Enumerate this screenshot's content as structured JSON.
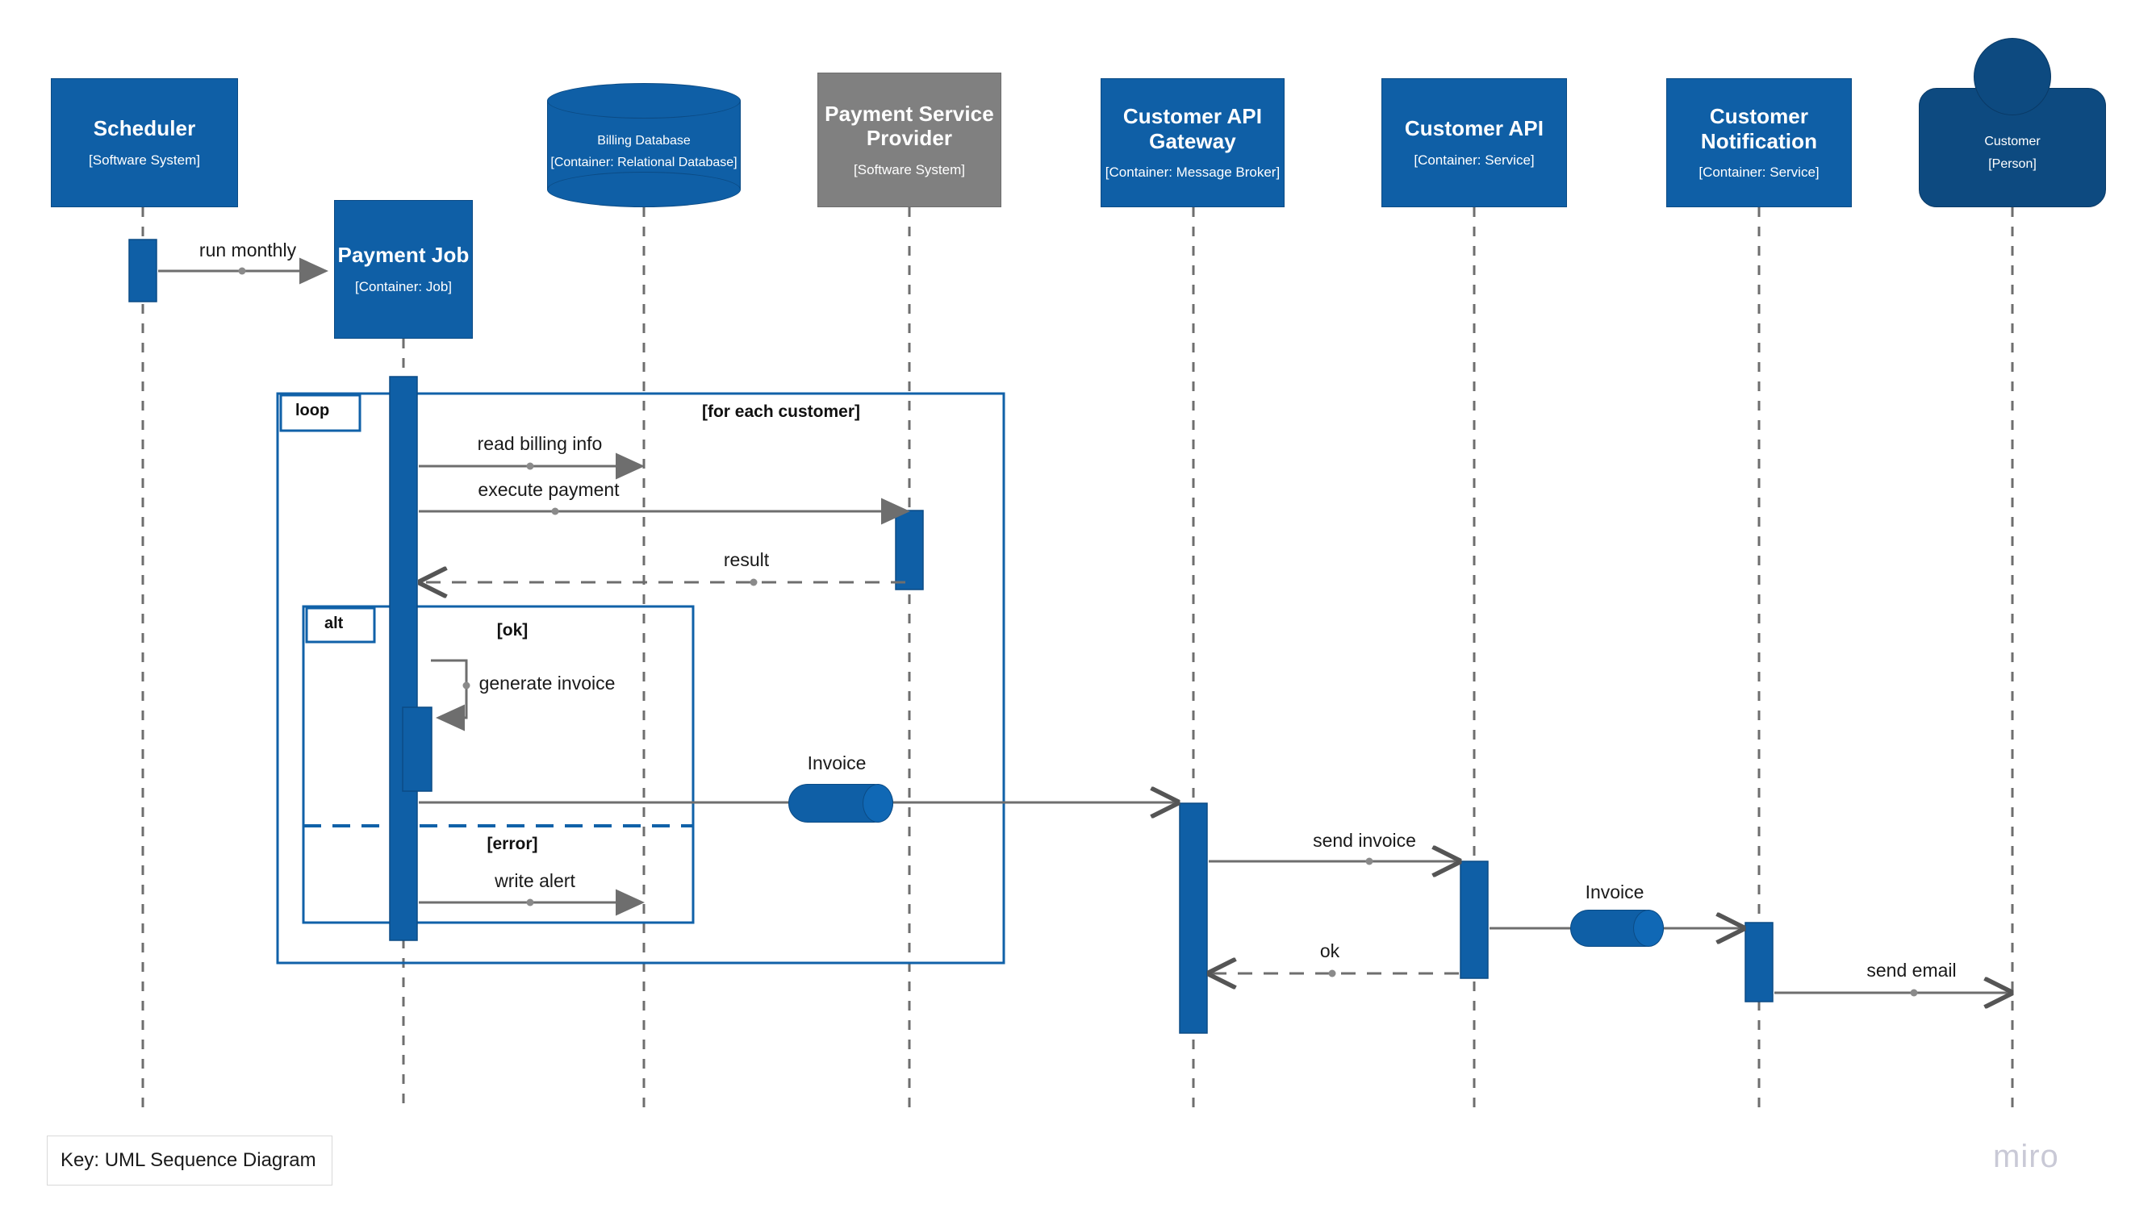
{
  "diagram": {
    "kind": "uml-sequence-diagram",
    "key_label": "Key: UML Sequence Diagram",
    "watermark": "miro",
    "colors": {
      "element_blue": "#0F5FA6",
      "person_navy": "#0D4A80",
      "external_gray": "#808080",
      "fragment_border": "#1061A8",
      "arrow_gray": "#6E6E6E",
      "lifeline_gray": "#6E6E6E"
    }
  },
  "participants": [
    {
      "id": "scheduler",
      "name": "Scheduler",
      "type": "[Software System]",
      "shape": "box",
      "style": "blue"
    },
    {
      "id": "payment_job",
      "name": "Payment Job",
      "type": "[Container: Job]",
      "shape": "box",
      "style": "blue"
    },
    {
      "id": "billing_db",
      "name": "Billing Database",
      "type": "[Container: Relational Database]",
      "shape": "cylinder",
      "style": "blue"
    },
    {
      "id": "psp",
      "name": "Payment Service Provider",
      "type": "[Software System]",
      "shape": "box",
      "style": "gray"
    },
    {
      "id": "api_gateway",
      "name": "Customer API Gateway",
      "type": "[Container: Message Broker]",
      "shape": "box",
      "style": "blue"
    },
    {
      "id": "customer_api",
      "name": "Customer API",
      "type": "[Container: Service]",
      "shape": "box",
      "style": "blue"
    },
    {
      "id": "cust_notif",
      "name": "Customer Notification",
      "type": "[Container: Service]",
      "shape": "box",
      "style": "blue"
    },
    {
      "id": "customer",
      "name": "Customer",
      "type": "[Person]",
      "shape": "person",
      "style": "navy"
    }
  ],
  "messages": [
    {
      "id": "m1",
      "label": "run monthly",
      "from": "scheduler",
      "to": "payment_job",
      "style": "solid",
      "arrow": "filled"
    },
    {
      "id": "m2",
      "label": "read billing info",
      "from": "payment_job",
      "to": "billing_db",
      "style": "solid",
      "arrow": "filled"
    },
    {
      "id": "m3",
      "label": "execute payment",
      "from": "payment_job",
      "to": "psp",
      "style": "solid",
      "arrow": "filled"
    },
    {
      "id": "m4",
      "label": "result",
      "from": "psp",
      "to": "payment_job",
      "style": "dashed",
      "arrow": "open"
    },
    {
      "id": "m5",
      "label": "generate invoice",
      "from": "payment_job",
      "to": "payment_job",
      "style": "solid",
      "arrow": "filled"
    },
    {
      "id": "m6",
      "label": "Invoice",
      "from": "payment_job",
      "to": "api_gateway",
      "style": "solid",
      "arrow": "open",
      "token": "Invoice"
    },
    {
      "id": "m7",
      "label": "write alert",
      "from": "payment_job",
      "to": "billing_db",
      "style": "solid",
      "arrow": "filled"
    },
    {
      "id": "m8",
      "label": "send invoice",
      "from": "api_gateway",
      "to": "customer_api",
      "style": "solid",
      "arrow": "open"
    },
    {
      "id": "m9",
      "label": "Invoice",
      "from": "customer_api",
      "to": "cust_notif",
      "style": "solid",
      "arrow": "open",
      "token": "Invoice"
    },
    {
      "id": "m10",
      "label": "ok",
      "from": "customer_api",
      "to": "api_gateway",
      "style": "dashed",
      "arrow": "open"
    },
    {
      "id": "m11",
      "label": "send email",
      "from": "cust_notif",
      "to": "customer",
      "style": "solid",
      "arrow": "open"
    }
  ],
  "fragments": [
    {
      "id": "loop_frag",
      "operator": "loop",
      "guard": "[for each customer]"
    },
    {
      "id": "alt_frag",
      "operator": "alt",
      "guards": [
        "[ok]",
        "[error]"
      ]
    }
  ]
}
